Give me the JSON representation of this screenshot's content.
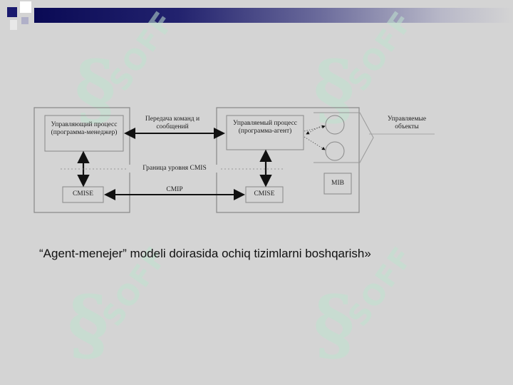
{
  "diagram": {
    "manager_box": "Управляющий процесс (программа-менеджер)",
    "command_label": "Передача команд и сообщений",
    "agent_box": "Управляемый процесс (программа-агент)",
    "objects_label": "Управляемые объекты",
    "cmis_label": "Граница уровня CMIS",
    "cmise_left": "CMISE",
    "cmip_label": "CMIP",
    "cmise_right": "CMISE",
    "mib_label": "MIB"
  },
  "caption": "“Agent-menejer” modeli doirasida ochiq tizimlarni boshqarish»",
  "watermark": "SOFF",
  "colors": {
    "accent_band": "#0a0a55",
    "watermark": "#bfe3cf",
    "background": "#d4d4d4"
  }
}
